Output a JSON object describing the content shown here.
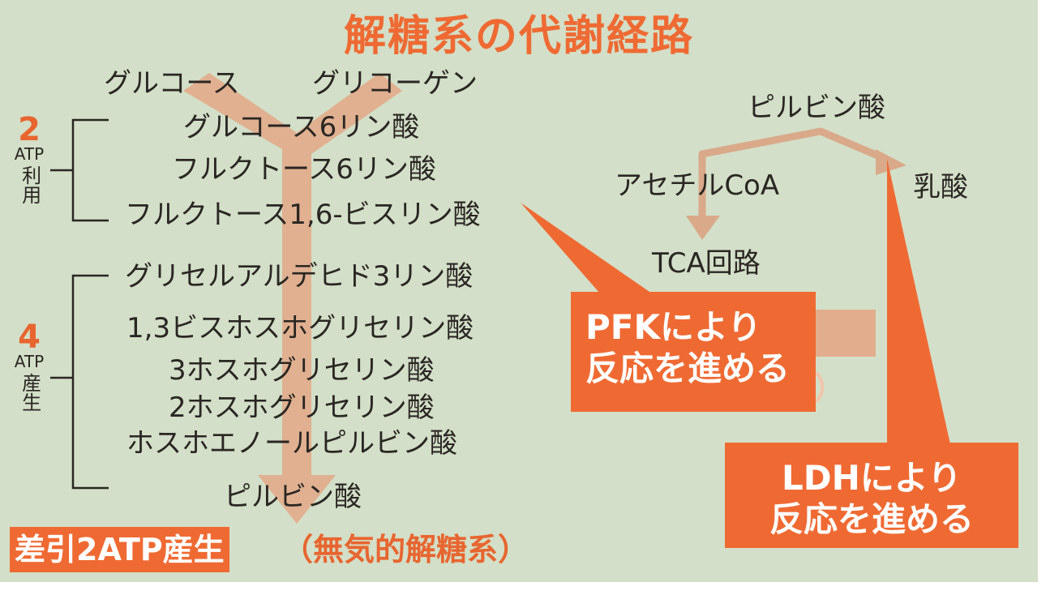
{
  "title": "解糖系の代謝経路",
  "start": {
    "glucose": "グルコース",
    "glycogen": "グリコーゲン"
  },
  "pathway": [
    "グルコース6リン酸",
    "フルクトース6リン酸",
    "フルクトース1,6-ビスリン酸",
    "グリセルアルデヒド3リン酸",
    "1,3ビスホスホグリセリン酸",
    "3ホスホグリセリン酸",
    "2ホスホグリセリン酸",
    "ホスホエノールピルビン酸",
    "ピルビン酸"
  ],
  "atp_use": {
    "number": "2",
    "unit": "ATP",
    "label": "利用"
  },
  "atp_produce": {
    "number": "4",
    "unit": "ATP",
    "label": "産生"
  },
  "right_branch": {
    "pyruvate": "ピルビン酸",
    "acetyl_coa": "アセチルCoA",
    "tca": "TCA回路",
    "lactate": "乳酸"
  },
  "callouts": {
    "pfk": {
      "line1": "PFKにより",
      "line2": "反応を進める"
    },
    "ldh": {
      "line1": "LDHにより",
      "line2": "反応を進める"
    }
  },
  "bottom": {
    "highlight": "差引2ATP産生",
    "paren": "（無気的解糖系）"
  },
  "colors": {
    "background": "#d3dfc8",
    "accent": "#ef6a33",
    "arrow": "#e2ab8a",
    "text": "#2a2623"
  }
}
